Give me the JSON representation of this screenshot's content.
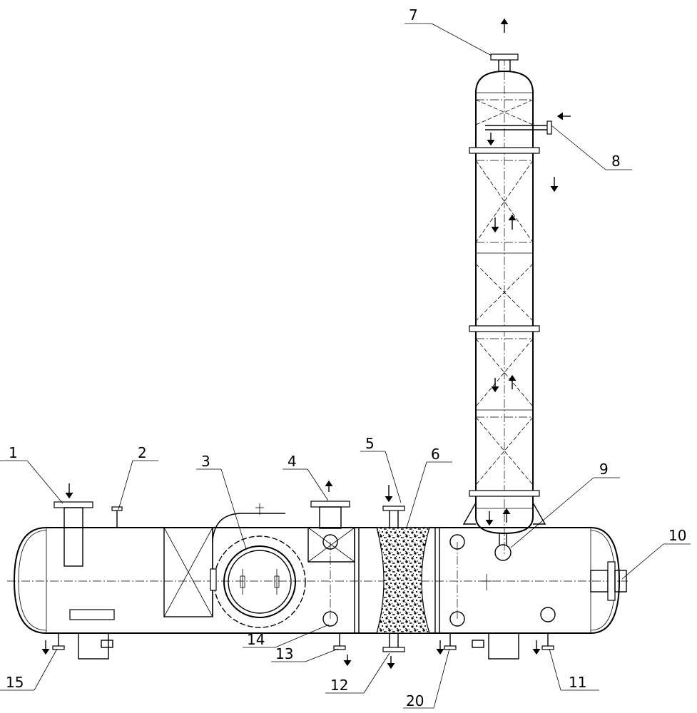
{
  "labels": [
    "1",
    "2",
    "3",
    "4",
    "5",
    "6",
    "7",
    "8",
    "9",
    "10",
    "11",
    "12",
    "13",
    "14",
    "15",
    "20"
  ]
}
